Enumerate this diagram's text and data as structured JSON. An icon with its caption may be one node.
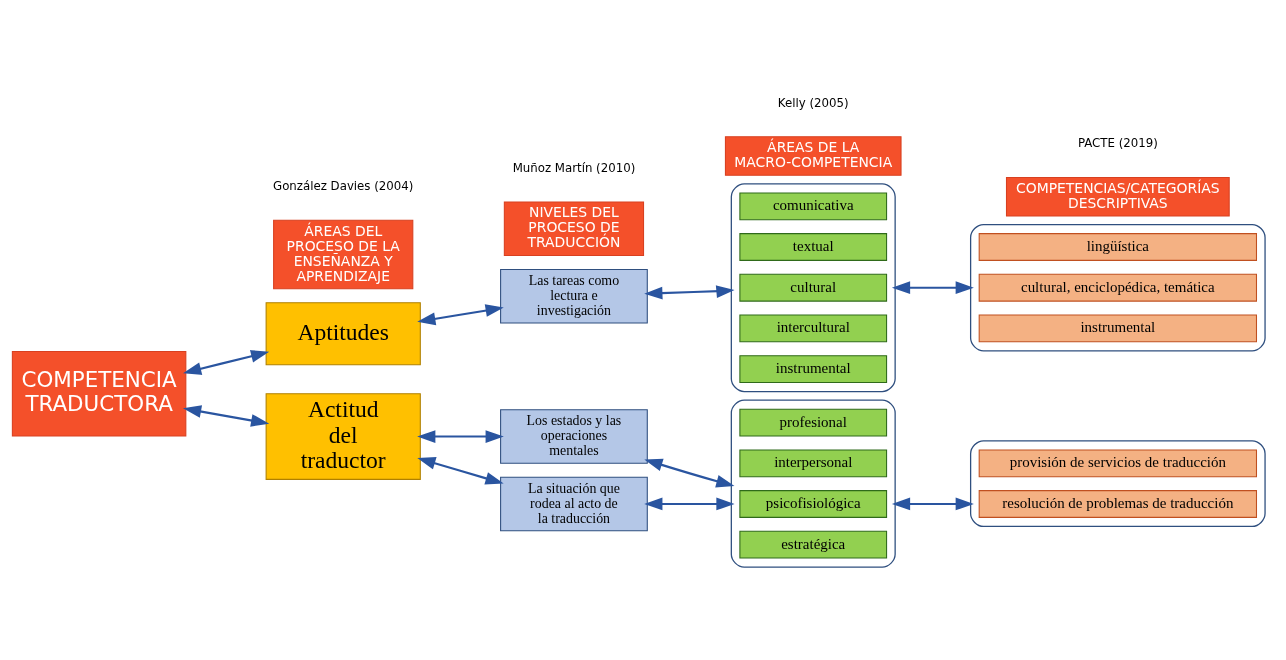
{
  "diagram": {
    "nodes": [
      {
        "text": [
          "COMPETENCIA TRADUCTORA"
        ]
      },
      {
        "text": [
          "ÁREAS DEL PROCESO DE LA ENSEÑANZA Y APRENDIZAJE"
        ]
      },
      {
        "text": [
          "Aptitudes"
        ]
      },
      {
        "text": [
          "Actitud del traductor"
        ]
      },
      {
        "text": [
          "NIVELES DEL PROCESO DE TRADUCCIÓN"
        ]
      },
      {
        "text": [
          "Las tareas como lectura e investigación"
        ]
      },
      {
        "text": [
          "Los estados y las operaciones mentales"
        ]
      },
      {
        "text": [
          "La situación que rodea al acto de la traducción"
        ]
      },
      {
        "text": [
          "ÁREAS DE LA MACRO-COMPETENCIA"
        ]
      },
      {
        "text": [],
        "shape": "bracket"
      },
      {
        "text": [
          "comunicativa"
        ],
        "in": 9
      },
      {
        "text": [
          "textual"
        ],
        "in": 9
      },
      {
        "text": [
          "cultural"
        ],
        "in": 9
      },
      {
        "text": [
          "intercultural"
        ],
        "in": 9
      },
      {
        "text": [
          "instrumental"
        ],
        "in": 9
      },
      {
        "text": [],
        "shape": "bracket"
      },
      {
        "text": [
          "profesional"
        ],
        "in": 15
      },
      {
        "text": [
          "interpersonal"
        ],
        "in": 15
      },
      {
        "text": [
          "psicofisiológica"
        ],
        "in": 15
      },
      {
        "text": [
          "estratégica"
        ],
        "in": 15
      },
      {
        "text": [
          "COMPETENCIAS/CATEGORÍAS DESCRIPTIVAS"
        ]
      },
      {
        "text": [],
        "shape": "bracket"
      },
      {
        "text": [
          "lingüística"
        ],
        "in": 21
      },
      {
        "text": [
          "cultural, enciclopédica, temática"
        ],
        "in": 21
      },
      {
        "text": [
          "instrumental"
        ],
        "in": 21
      },
      {
        "text": [],
        "shape": "bracket"
      },
      {
        "text": [
          "provisión de servicios de traducción"
        ],
        "in": 25
      },
      {
        "text": [
          "resolución de problemas de traducción"
        ],
        "in": 25
      }
    ],
    "edges": [
      {
        "from": 0,
        "to": 2,
        "arrow": "both"
      },
      {
        "from": 0,
        "to": 3,
        "arrow": "both"
      },
      {
        "from": 2,
        "to": 5,
        "arrow": "both"
      },
      {
        "from": 3,
        "to": 6,
        "arrow": "both"
      },
      {
        "from": 3,
        "to": 7,
        "arrow": "both"
      },
      {
        "from": 5,
        "to": 9,
        "arrow": "both"
      },
      {
        "from": 6,
        "to": 15,
        "arrow": "both"
      },
      {
        "from": 7,
        "to": 15,
        "arrow": "both"
      },
      {
        "from": 9,
        "to": 21,
        "arrow": "both"
      },
      {
        "from": 15,
        "to": 25,
        "arrow": "both"
      }
    ],
    "labels": [
      "González Davies (2004)",
      "Muñoz Martín (2010)",
      "Kelly (2005)",
      "PACTE (2019)"
    ]
  }
}
